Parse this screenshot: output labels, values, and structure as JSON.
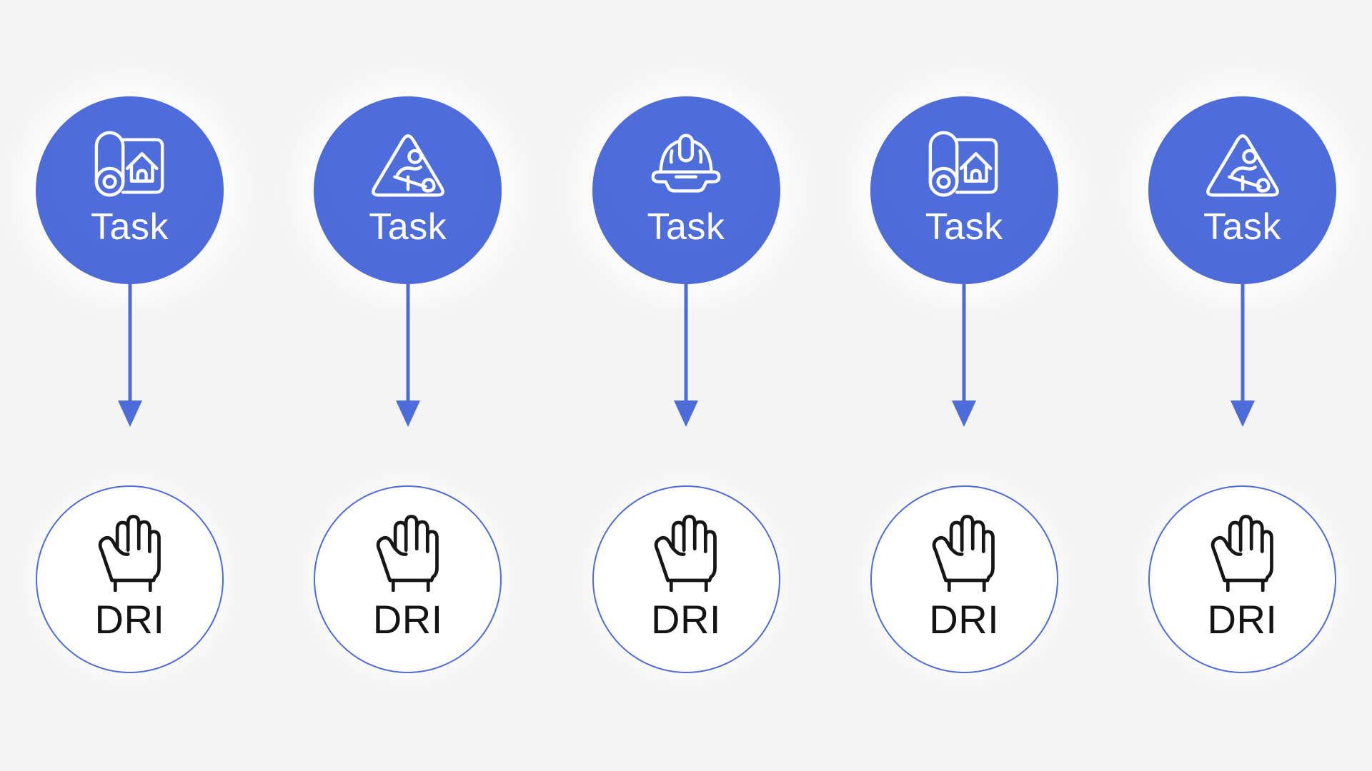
{
  "diagram": {
    "description": "Five Task nodes each mapped by a downward arrow to a DRI node",
    "columns": [
      {
        "task_label": "Task",
        "task_icon": "blueprint-icon",
        "dri_label": "DRI",
        "dri_icon": "raised-hand-icon"
      },
      {
        "task_label": "Task",
        "task_icon": "construction-sign-icon",
        "dri_label": "DRI",
        "dri_icon": "raised-hand-icon"
      },
      {
        "task_label": "Task",
        "task_icon": "hard-hat-icon",
        "dri_label": "DRI",
        "dri_icon": "raised-hand-icon"
      },
      {
        "task_label": "Task",
        "task_icon": "blueprint-icon",
        "dri_label": "DRI",
        "dri_icon": "raised-hand-icon"
      },
      {
        "task_label": "Task",
        "task_icon": "construction-sign-icon",
        "dri_label": "DRI",
        "dri_icon": "raised-hand-icon"
      }
    ],
    "colors": {
      "accent_blue": "#4d6cd9",
      "background": "#f4f4f5",
      "task_text": "#ffffff",
      "dri_text": "#131313",
      "dri_icon_stroke": "#161616"
    }
  }
}
